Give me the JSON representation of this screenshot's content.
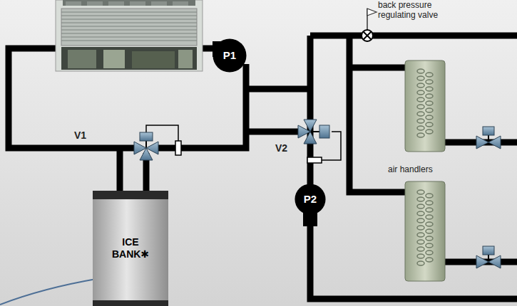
{
  "diagram": {
    "nodes": [
      {
        "text": [
          "P1"
        ]
      },
      {
        "text": [
          "P2"
        ]
      },
      {
        "text": [
          "ICE BANK✱"
        ]
      }
    ],
    "labels": [
      "back pressure regulating valve",
      "V1",
      "V2",
      "air handlers"
    ]
  }
}
